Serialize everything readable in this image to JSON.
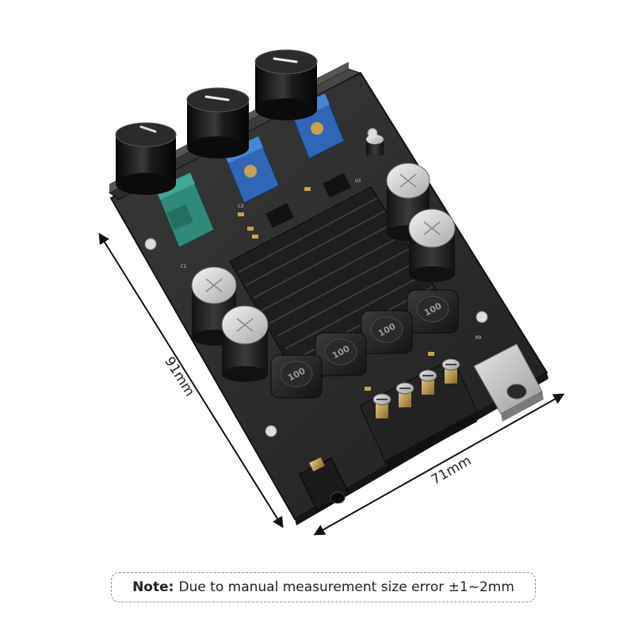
{
  "dimensions": {
    "height_label": "91mm",
    "width_label": "71mm"
  },
  "note": {
    "prefix": "Note:",
    "text": "Due to manual measurement size error ±1~2mm"
  },
  "board": {
    "inductor_marking": "100",
    "knob_count": 3
  },
  "colors": {
    "pcb": "#2b2b2b",
    "heatsink": "#1e1e1e",
    "potentiometer_green": "#2f8a7a",
    "potentiometer_blue": "#2f66b8",
    "terminal_block": "#222222",
    "capacitor_sleeve": "#2a2a2a"
  }
}
